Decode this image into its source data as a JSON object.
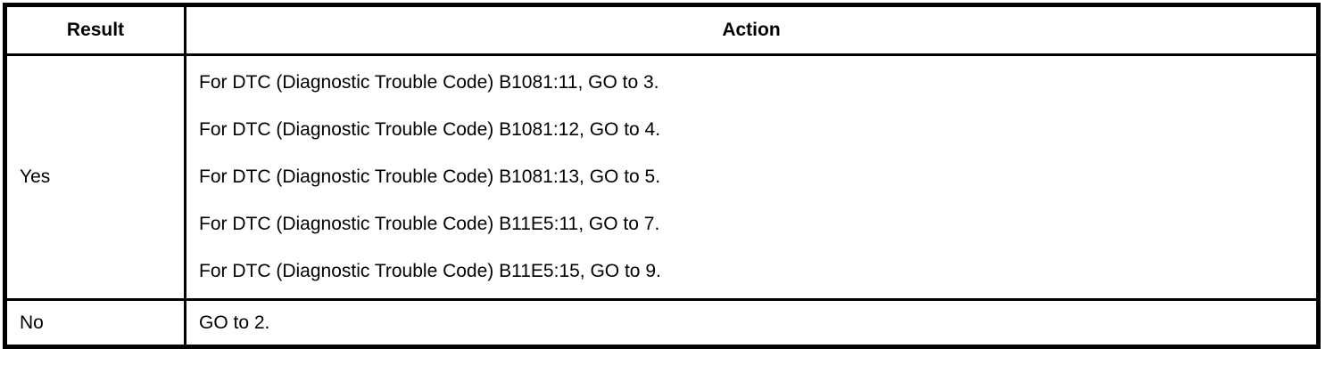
{
  "page": {
    "background_color": "#ffffff",
    "text_color": "#000000",
    "border_color": "#000000"
  },
  "table": {
    "headers": [
      "Result",
      "Action"
    ],
    "rows": [
      {
        "result": "Yes",
        "actions": [
          "For DTC (Diagnostic Trouble Code) B1081:11, GO to 3.",
          "For DTC (Diagnostic Trouble Code) B1081:12, GO to 4.",
          "For DTC (Diagnostic Trouble Code) B1081:13, GO to 5.",
          "For DTC (Diagnostic Trouble Code) B11E5:11, GO to 7.",
          "For DTC (Diagnostic Trouble Code) B11E5:15, GO to 9."
        ]
      },
      {
        "result": "No",
        "actions": [
          "GO to 2."
        ]
      }
    ]
  }
}
